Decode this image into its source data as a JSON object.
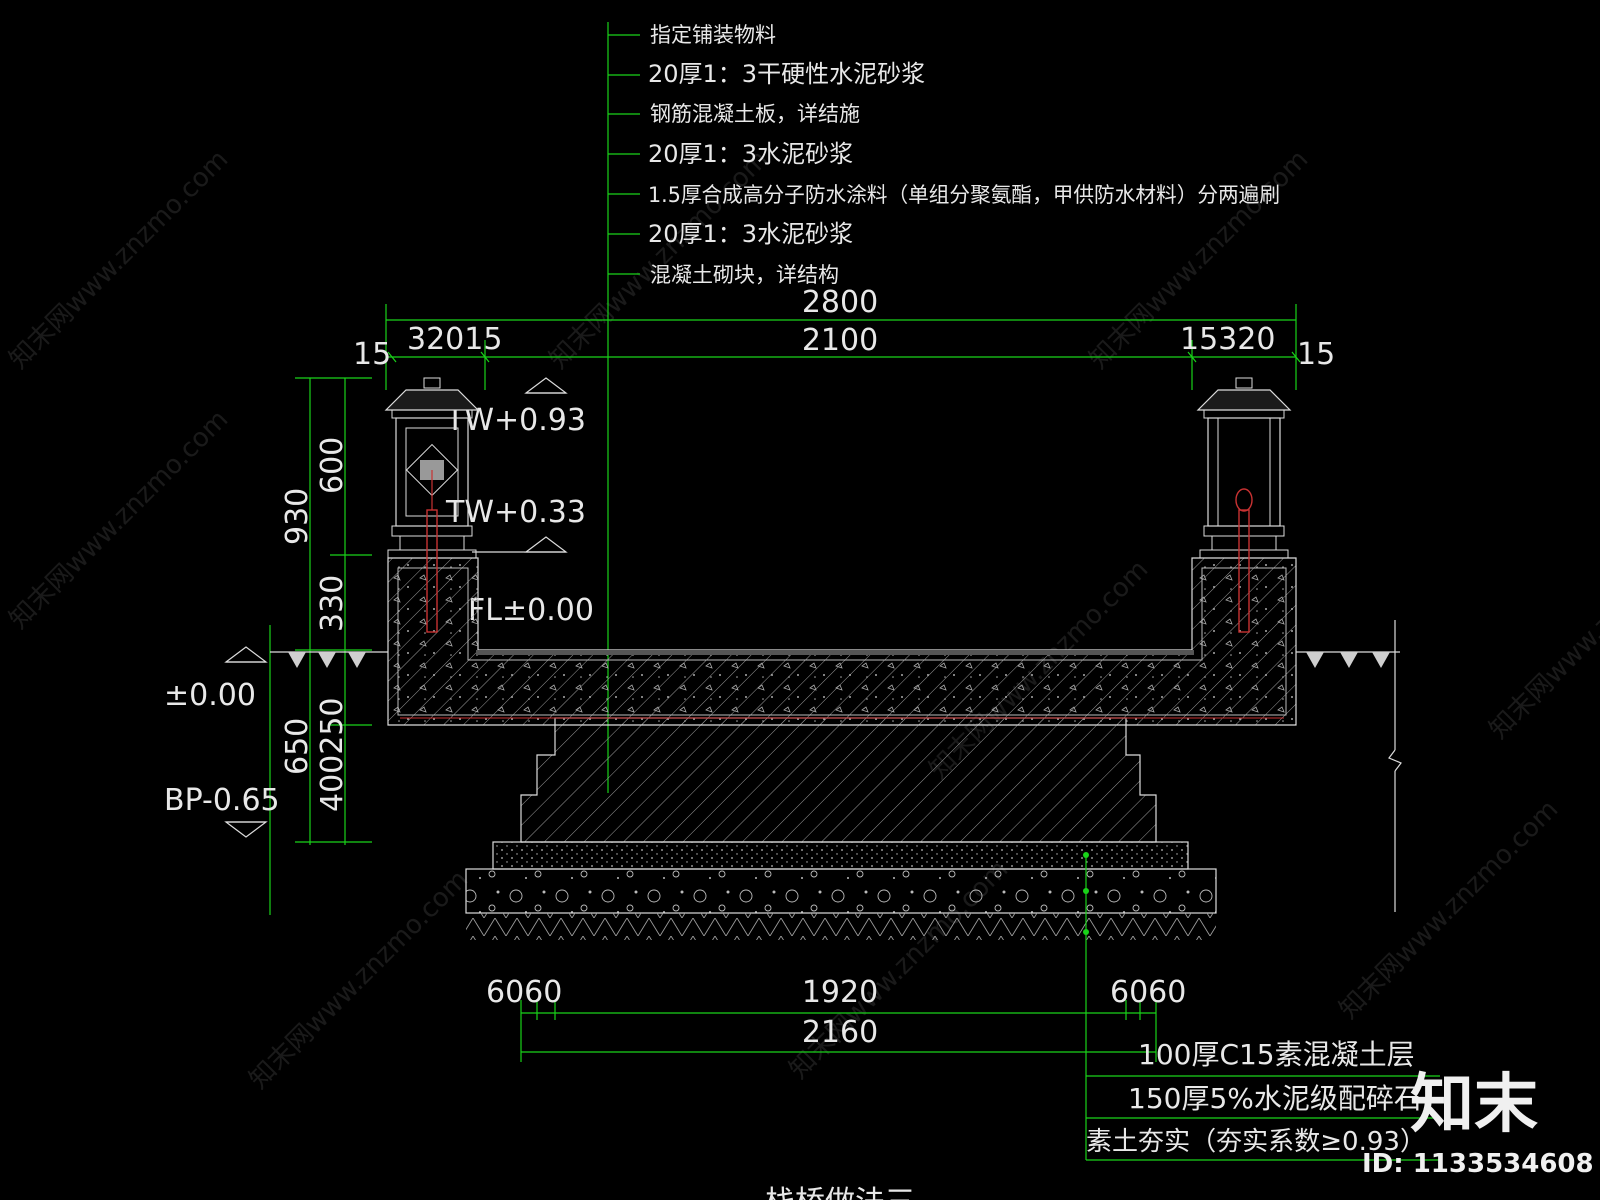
{
  "layer_labels": [
    "指定铺装物料",
    "20厚1：3干硬性水泥砂浆",
    "钢筋混凝土板，详结施",
    "20厚1：3水泥砂浆",
    "1.5厚合成高分子防水涂料（单组分聚氨酯，甲供防水材料）分两遍刷",
    "20厚1：3水泥砂浆",
    "混凝土砌块，详结构"
  ],
  "top_dims": {
    "total": "2800",
    "inner": "2100",
    "left_small": "15",
    "left_group": "32015",
    "right_group": "15320",
    "right_small": "15"
  },
  "elevations": {
    "tw_top": "TW+0.93",
    "tw_mid": "TW+0.33",
    "fl": "FL±0.00",
    "ground": "±0.00",
    "bp": "BP-0.65"
  },
  "vertical_dims": {
    "total_upper": "930",
    "upper_a": "600",
    "upper_b": "330",
    "lower_total": "650",
    "lower_stack": "400250"
  },
  "bottom_dims": {
    "left_pair": "6060",
    "middle": "1920",
    "right_pair": "6060",
    "total": "2160"
  },
  "base_labels": [
    "100厚C15素混凝土层",
    "150厚5%水泥级配碎石",
    "素土夯实（夯实系数≥0.93）"
  ],
  "title": "栈桥做法三",
  "watermark": "知末网www.znzmo.com",
  "brand": "知末",
  "id_label": "ID: 1133534608",
  "colors": {
    "background": "#000000",
    "dimension_line": "#19d219",
    "outline": "#dcdcdc",
    "lamp_post": "#c83232",
    "text": "#e8e8e8"
  }
}
